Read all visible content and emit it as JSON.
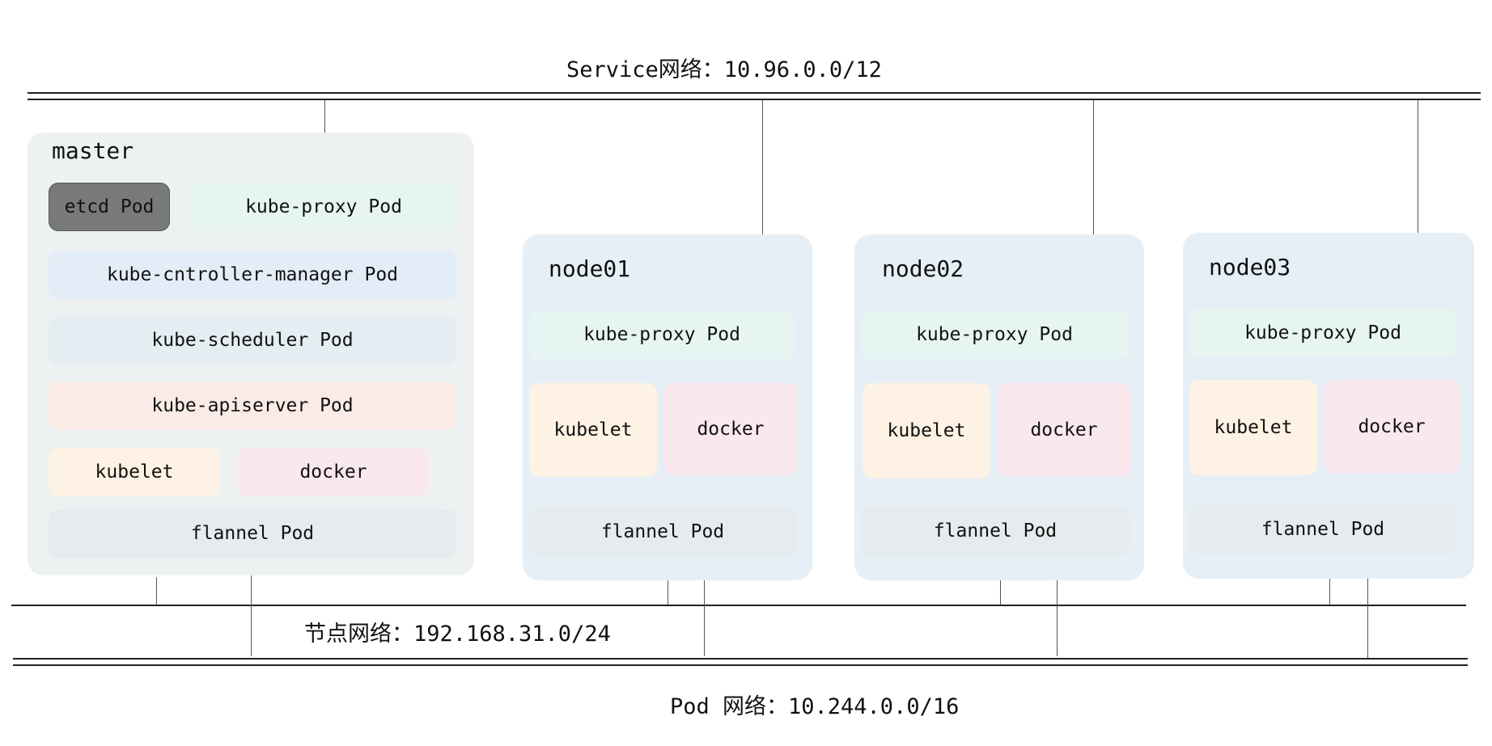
{
  "networks": {
    "service": "Service网络：10.96.0.0/12",
    "node": "节点网络：192.168.31.0/24",
    "pod": "Pod 网络：10.244.0.0/16"
  },
  "master": {
    "title": "master",
    "etcd": "etcd Pod",
    "kube_proxy": "kube-proxy Pod",
    "controller_manager": "kube-cntroller-manager Pod",
    "scheduler": "kube-scheduler Pod",
    "apiserver": "kube-apiserver Pod",
    "kubelet": "kubelet",
    "docker": "docker",
    "flannel": "flannel Pod"
  },
  "workers": [
    {
      "title": "node01",
      "kube_proxy": "kube-proxy Pod",
      "kubelet": "kubelet",
      "docker": "docker",
      "flannel": "flannel Pod"
    },
    {
      "title": "node02",
      "kube_proxy": "kube-proxy Pod",
      "kubelet": "kubelet",
      "docker": "docker",
      "flannel": "flannel Pod"
    },
    {
      "title": "node03",
      "kube_proxy": "kube-proxy Pod",
      "kubelet": "kubelet",
      "docker": "docker",
      "flannel": "flannel Pod"
    }
  ],
  "colors": {
    "master_bg": "#edf1f2",
    "worker_bg": "#e5eff5",
    "kube_proxy": "#e6f5f1",
    "controller_manager": "#e3edf8",
    "scheduler": "#e3edf2",
    "apiserver": "#faebe6",
    "kubelet": "#fdf2e3",
    "docker": "#f9e8ee",
    "flannel": "#e6ebee",
    "etcd": "#77797b"
  }
}
